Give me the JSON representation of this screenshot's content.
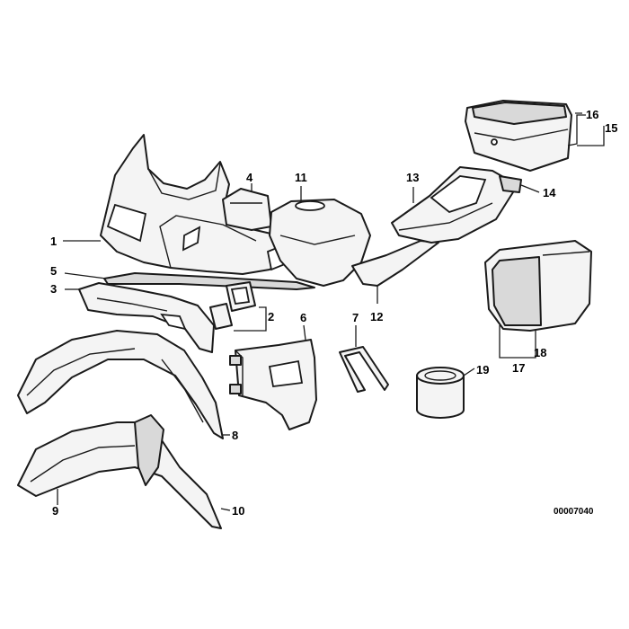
{
  "callouts": [
    {
      "key": "c1",
      "label": "1"
    },
    {
      "key": "c2",
      "label": "2"
    },
    {
      "key": "c3",
      "label": "3"
    },
    {
      "key": "c4",
      "label": "4"
    },
    {
      "key": "c5",
      "label": "5"
    },
    {
      "key": "c6",
      "label": "6"
    },
    {
      "key": "c7",
      "label": "7"
    },
    {
      "key": "c8",
      "label": "8"
    },
    {
      "key": "c9",
      "label": "9"
    },
    {
      "key": "c10",
      "label": "10"
    },
    {
      "key": "c11",
      "label": "11"
    },
    {
      "key": "c12",
      "label": "12"
    },
    {
      "key": "c13",
      "label": "13"
    },
    {
      "key": "c14",
      "label": "14"
    },
    {
      "key": "c15",
      "label": "15"
    },
    {
      "key": "c16",
      "label": "16"
    },
    {
      "key": "c17",
      "label": "17"
    },
    {
      "key": "c18",
      "label": "18"
    },
    {
      "key": "c19",
      "label": "19"
    }
  ],
  "reference_code": "00007040"
}
